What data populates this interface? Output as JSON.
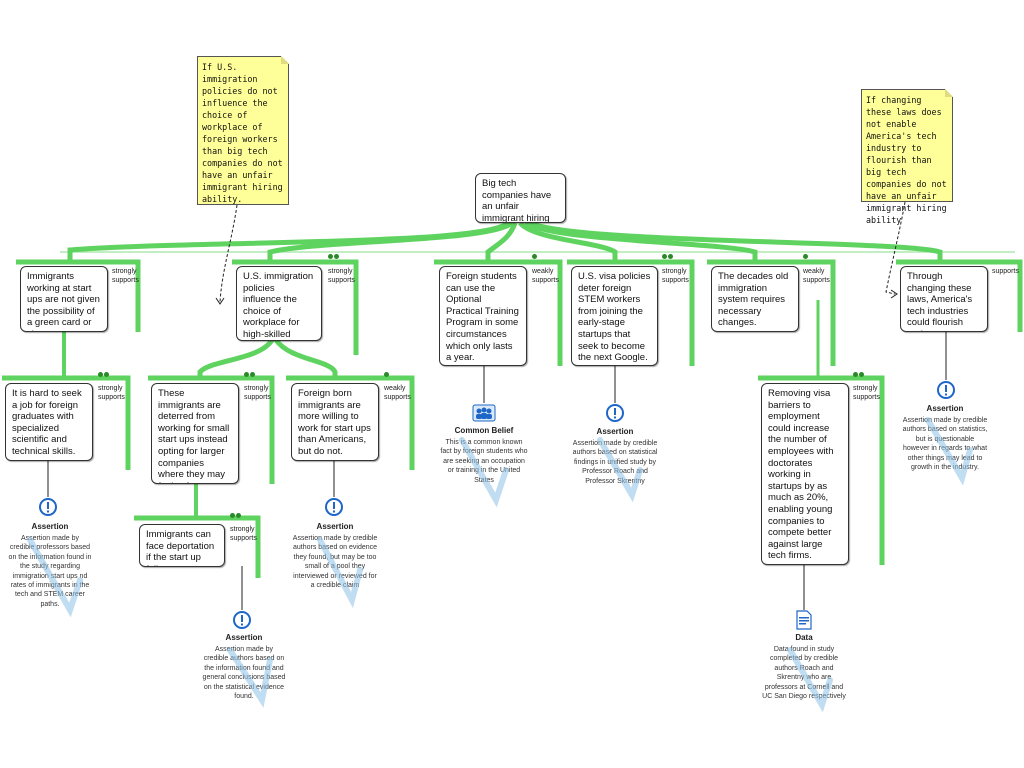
{
  "colors": {
    "connector": "#5fd35f",
    "connector_dark": "#3cb53c",
    "note": "#ffff99",
    "dot": "#2a8a2a",
    "watermark": "#8fc3e8"
  },
  "claim": {
    "text": "Big tech companies have an unfair immigrant hiring abilitiy"
  },
  "notes": [
    {
      "text": "If U.S. immigration policies do not influence the choice of workplace of foreign workers than big tech companies do not have an unfair immigrant hiring ability."
    },
    {
      "text": "If changing these laws does not enable America's tech industry to flourish than big tech companies do not have an unfair immigrant hiring ability"
    }
  ],
  "reasons": [
    {
      "text": "Immigrants working at start ups are not given the possibility of a green card or visa.",
      "relation": "strongly supports",
      "dots": 0
    },
    {
      "text": "U.S. immigration policies influence the choice of workplace for high-skilled foreign workers.",
      "relation": "strongly supports",
      "dots": 2
    },
    {
      "text": "Foreign students can use the Optional Practical Training Program in some circumstances which only lasts a year.",
      "relation": "weakly supports",
      "dots": 1
    },
    {
      "text": "U.S. visa policies deter foreign STEM workers from joining the early-stage startups that seek to become the next Google.",
      "relation": "strongly supports",
      "dots": 2
    },
    {
      "text": "The decades old immigration system requires necessary changes.",
      "relation": "weakly supports",
      "dots": 1
    },
    {
      "text": "Through changing these laws, America's tech industries could flourish and grow.",
      "relation": "supports",
      "dots": 0
    },
    {
      "text": "It is hard to seek a job for foreign graduates with specialized scientific and technical skills.",
      "relation": "strongly supports",
      "dots": 2
    },
    {
      "text": "These immigrants are deterred from working for small start ups instead opting for larger companies where they may feel safer.",
      "relation": "strongly supports",
      "dots": 2
    },
    {
      "text": "Foreign born immigrants are more willing to work for start ups than Americans, but do not.",
      "relation": "weakly supports",
      "dots": 1
    },
    {
      "text": "Immigrants can face deportation if the start up fails.",
      "relation": "strongly supports",
      "dots": 2
    },
    {
      "text": "Removing visa barriers to employment could increase the number of employees with doctorates working in startups by as much as 20%, enabling young companies to compete better against large tech firms.",
      "relation": "strongly supports",
      "dots": 2
    }
  ],
  "sources": [
    {
      "label": "Assertion",
      "icon": "exclamation-icon",
      "text": "Assertion made by credible professors based on the information found in the study regarding immigration start ups nd rates of immigrants in the tech and STEM career paths."
    },
    {
      "label": "Assertion",
      "icon": "exclamation-icon",
      "text": "Assertion made by credible authors based on the information found and general conclusions based on the statistical evidence found."
    },
    {
      "label": "Assertion",
      "icon": "exclamation-icon",
      "text": "Assertion made by credible authors based on evidence they found, but may be too small of a pool they interviewed or reviewed for a credible claim"
    },
    {
      "label": "Common Belief",
      "icon": "people-icon",
      "text": "This is a common known fact by foreign students who are seeking an occupation or training in the United States"
    },
    {
      "label": "Assertion",
      "icon": "exclamation-icon",
      "text": "Assertion made by credible authors based on statistical findings in unified study by Professor Roach and Professor Skrentny"
    },
    {
      "label": "Data",
      "icon": "document-icon",
      "text": "Data found in study completed by credible authors Roach and Skrentny who are professors at Cornell and UC San Diego respectively"
    },
    {
      "label": "Assertion",
      "icon": "exclamation-icon",
      "text": "Assertion made by credible authors based on statistics, but is questionable however in regards to what other things may lead to growth in the industry."
    }
  ]
}
